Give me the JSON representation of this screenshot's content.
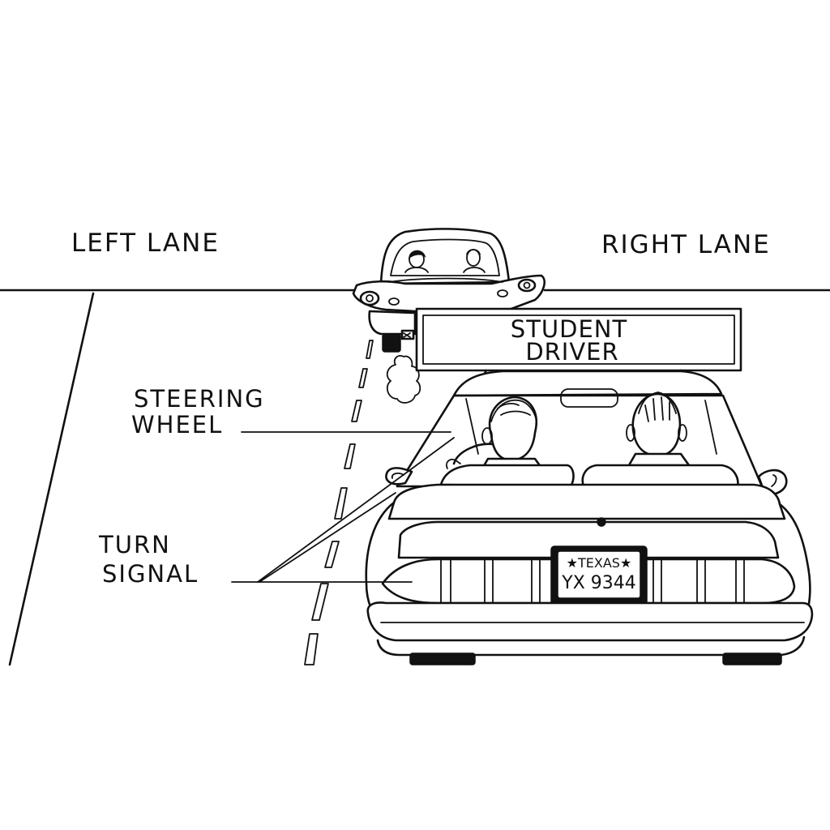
{
  "labels": {
    "left_lane": "LEFT LANE",
    "right_lane": "RIGHT LANE",
    "steering_wheel_line1": "STEERING",
    "steering_wheel_line2": "WHEEL",
    "turn_signal_line1": "TURN",
    "turn_signal_line2": "SIGNAL"
  },
  "sign": {
    "line1": "STUDENT",
    "line2": "DRIVER"
  },
  "plate": {
    "state": "★TEXAS★",
    "number": "YX 9344"
  },
  "colors": {
    "ink": "#111111",
    "paper": "#ffffff"
  }
}
